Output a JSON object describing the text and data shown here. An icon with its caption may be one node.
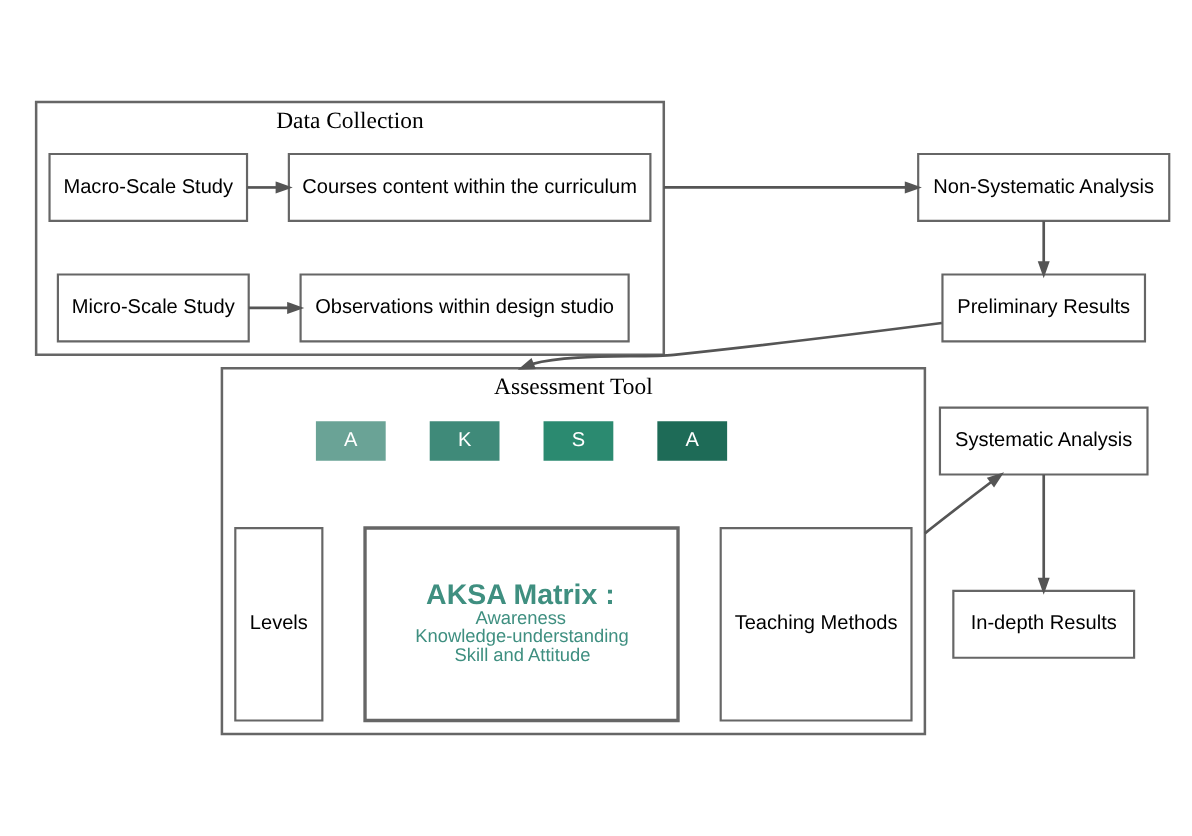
{
  "diagram": {
    "nodes": [
      {
        "text": [
          "Data Collection"
        ]
      },
      {
        "text": [
          "Macro-Scale Study"
        ],
        "in": 0
      },
      {
        "text": [
          "Courses content within the curriculum"
        ],
        "in": 0
      },
      {
        "text": [
          "Micro-Scale Study"
        ],
        "in": 0
      },
      {
        "text": [
          "Observations within design studio"
        ],
        "in": 0
      },
      {
        "text": [
          "Non-Systematic Analysis"
        ]
      },
      {
        "text": [
          "Preliminary Results"
        ]
      },
      {
        "text": [
          "Assessment Tool"
        ]
      },
      {
        "text": [
          "A"
        ],
        "in": 7
      },
      {
        "text": [
          "K"
        ],
        "in": 7
      },
      {
        "text": [
          "S"
        ],
        "in": 7
      },
      {
        "text": [
          "A"
        ],
        "in": 7
      },
      {
        "text": [
          "Levels"
        ],
        "in": 7
      },
      {
        "text": [
          "AKSA Matrix :",
          "Awareness",
          "Knowledge-understanding",
          "Skill and Attitude"
        ],
        "in": 7
      },
      {
        "text": [
          "Teaching Methods"
        ],
        "in": 7
      },
      {
        "text": [
          "Systematic Analysis"
        ]
      },
      {
        "text": [
          "In-depth Results"
        ]
      }
    ],
    "edges": [
      {
        "from": 1,
        "to": 2,
        "arrow": "to"
      },
      {
        "from": 3,
        "to": 4,
        "arrow": "to"
      },
      {
        "from": 0,
        "to": 5,
        "arrow": "to"
      },
      {
        "from": 5,
        "to": 6,
        "arrow": "to"
      },
      {
        "from": 6,
        "to": 7,
        "arrow": "to"
      },
      {
        "from": 7,
        "to": 15,
        "arrow": "to"
      },
      {
        "from": 15,
        "to": 16,
        "arrow": "to"
      }
    ]
  }
}
